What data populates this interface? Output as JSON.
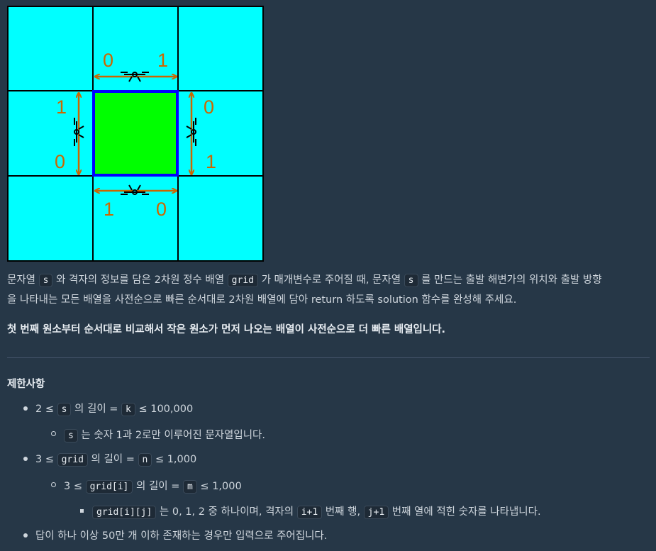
{
  "figure": {
    "labels": {
      "top_left": "0",
      "top_right": "1",
      "left_top": "1",
      "left_bottom": "0",
      "right_top": "0",
      "right_bottom": "1",
      "bottom_left": "1",
      "bottom_right": "0"
    },
    "colors": {
      "cell": "#00ffff",
      "center": "#00ff00",
      "center_border": "#0000ff",
      "arrow": "#cc6600",
      "grid_line": "#000000"
    }
  },
  "paragraph1": {
    "line1_a": "문자열 ",
    "code_s": "s",
    "line1_b": " 와 격자의 정보를 담은 2차원 정수 배열 ",
    "code_grid": "grid",
    "line1_c": " 가 매개변수로 주어질 때, 문자열 ",
    "code_s2": "s",
    "line1_d": " 를 만드는 출발 해변가의 위치와 출발 방향",
    "line2": "을 나타내는 모든 배열을 사전순으로 빠른 순서대로 2차원 배열에 담아 return 하도록 solution 함수를 완성해 주세요."
  },
  "paragraph2": "첫 번째 원소부터 순서대로 비교해서 작은 원소가 먼저 나오는 배열이 사전순으로 더 빠른 배열입니다.",
  "constraints": {
    "heading": "제한사항",
    "item1": {
      "a": "2 ≤ ",
      "code1": "s",
      "b": " 의 길이 = ",
      "code2": "k",
      "c": " ≤ 100,000"
    },
    "item1_sub": {
      "code": "s",
      "text": " 는 숫자 1과 2로만 이루어진 문자열입니다."
    },
    "item2": {
      "a": "3 ≤ ",
      "code1": "grid",
      "b": " 의 길이 = ",
      "code2": "n",
      "c": " ≤ 1,000"
    },
    "item2_sub": {
      "a": "3 ≤ ",
      "code1": "grid[i]",
      "b": " 의 길이 = ",
      "code2": "m",
      "c": " ≤ 1,000"
    },
    "item2_subsub": {
      "code1": "grid[i][j]",
      "a": " 는 0, 1, 2 중 하나이며, 격자의 ",
      "code2": "i+1",
      "b": " 번째 행, ",
      "code3": "j+1",
      "c": " 번째 열에 적힌 숫자를 나타냅니다."
    },
    "item3": "답이 하나 이상 50만 개 이하 존재하는 경우만 입력으로 주어집니다."
  }
}
